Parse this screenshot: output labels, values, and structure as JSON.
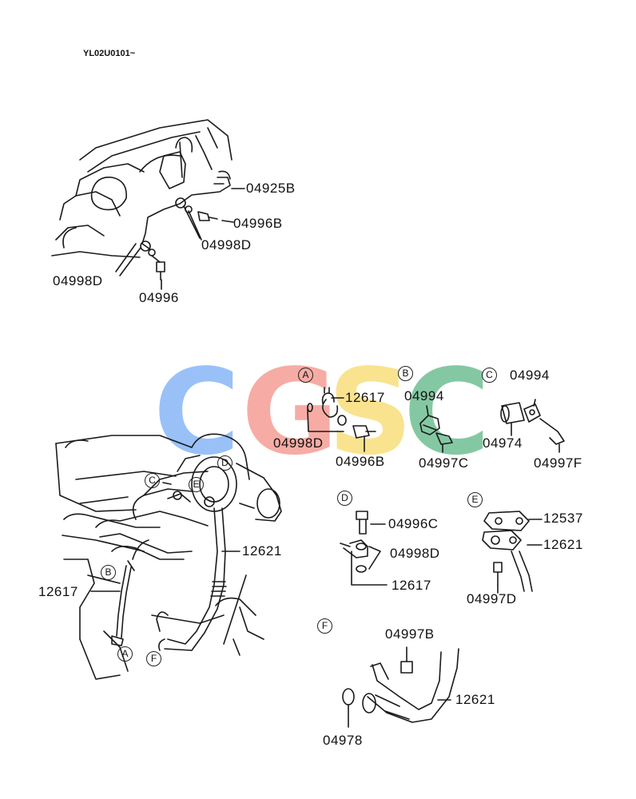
{
  "header": {
    "code": "YL02U0101~"
  },
  "watermark": {
    "letters": [
      {
        "char": "C",
        "color": "#5b9cf4"
      },
      {
        "char": "G",
        "color": "#f27a6f"
      },
      {
        "char": "S",
        "color": "#f6d24a"
      },
      {
        "char": "C",
        "color": "#3aa86b"
      }
    ]
  },
  "callouts": {
    "a_top": "A",
    "b_top": "B",
    "c_top": "C",
    "d_top": "D",
    "e_top": "E",
    "f_top": "F",
    "c_main": "C",
    "d_main": "D",
    "e_main": "E",
    "b_main": "B",
    "a_main": "A",
    "f_main": "F"
  },
  "labels": {
    "top_04925B": "04925B",
    "top_04996B": "04996B",
    "top_04998D_right": "04998D",
    "top_04998D_left": "04998D",
    "top_04996": "04996",
    "a_12617": "12617",
    "a_04998D": "04998D",
    "a_04996B": "04996B",
    "b_04994": "04994",
    "b_04997C": "04997C",
    "c_04994": "04994",
    "c_04974": "04974",
    "c_04997F": "04997F",
    "main_12621": "12621",
    "main_12617": "12617",
    "d_04996C": "04996C",
    "d_04998D": "04998D",
    "d_12617": "12617",
    "e_12537": "12537",
    "e_12621": "12621",
    "e_04997D": "04997D",
    "f_04997B": "04997B",
    "f_12621": "12621",
    "f_04978": "04978"
  }
}
